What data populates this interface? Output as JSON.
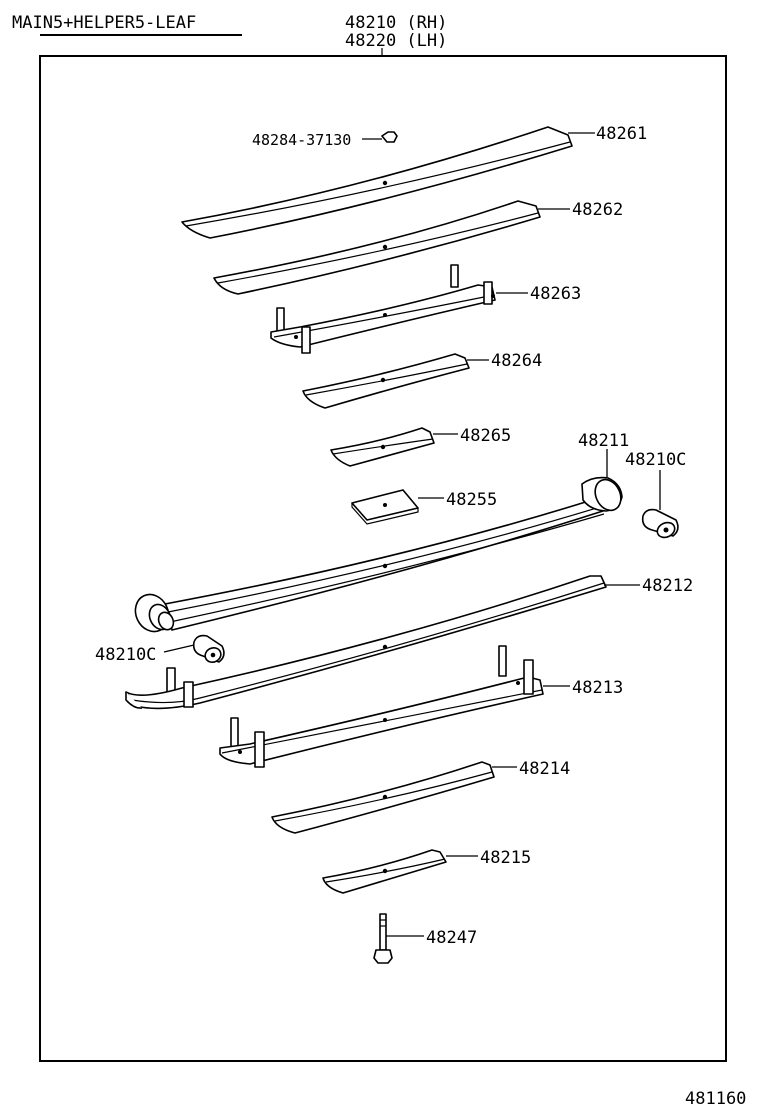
{
  "title": "MAIN5+HELPER5-LEAF",
  "assembly": {
    "rh": "48210 (RH)",
    "lh": "48220 (LH)"
  },
  "figure_number": "481160",
  "parts": {
    "p48284": "48284-37130",
    "p48261": "48261",
    "p48262": "48262",
    "p48263": "48263",
    "p48264": "48264",
    "p48265": "48265",
    "p48211": "48211",
    "p48210c_r": "48210C",
    "p48255": "48255",
    "p48212": "48212",
    "p48210c_l": "48210C",
    "p48213": "48213",
    "p48214": "48214",
    "p48215": "48215",
    "p48247": "48247"
  }
}
